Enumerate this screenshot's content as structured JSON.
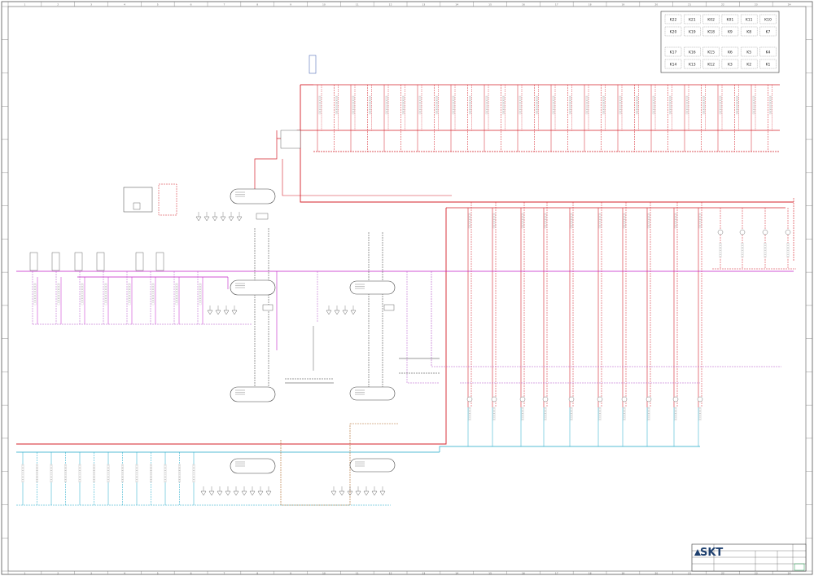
{
  "legend": {
    "rows": [
      [
        "K22",
        "K21",
        "K02",
        "K01",
        "K11",
        "K10"
      ],
      [
        "K20",
        "K19",
        "K18",
        "K9",
        "K8",
        "K7"
      ],
      [
        "K17",
        "K16",
        "K15",
        "K6",
        "K5",
        "K4"
      ],
      [
        "K14",
        "K13",
        "K12",
        "K3",
        "K2",
        "K1"
      ]
    ]
  },
  "title_block": {
    "logo": "SKT"
  },
  "border": {
    "columns": [
      "1",
      "2",
      "3",
      "4",
      "5",
      "6",
      "7",
      "8",
      "9",
      "10",
      "11",
      "12",
      "13",
      "14",
      "15",
      "16",
      "17",
      "18",
      "19",
      "20",
      "21",
      "22",
      "23",
      "24"
    ]
  },
  "colors": {
    "supply": "#d4202a",
    "return": "#d4202a",
    "violet": "#c21ec9",
    "violet_dash": "#b455c8",
    "cyan": "#1ea8c8",
    "brown": "#b06a2a",
    "grey": "#777777",
    "black": "#333333"
  }
}
